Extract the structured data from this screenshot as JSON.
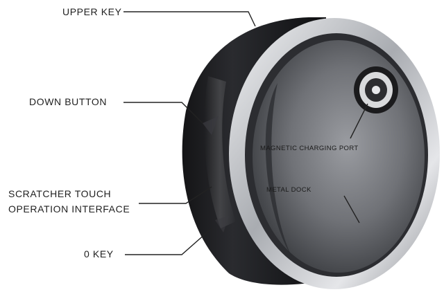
{
  "labels": {
    "upper_key": "UPPER KEY",
    "down_button": "DOWN BUTTON",
    "scratcher_line1": "SCRATCHER TOUCH",
    "scratcher_line2": "OPERATION INTERFACE",
    "zero_key": "0 KEY",
    "magnetic_port": "MAGNETIC CHARGING PORT",
    "metal_dock": "METAL DOCK"
  },
  "colors": {
    "ring_body": "#1c1c1e",
    "ring_band": "#c9cbcf",
    "inner_metal": "#7a7c80",
    "label_text": "#1f1f1f",
    "leader_line": "#222222"
  }
}
